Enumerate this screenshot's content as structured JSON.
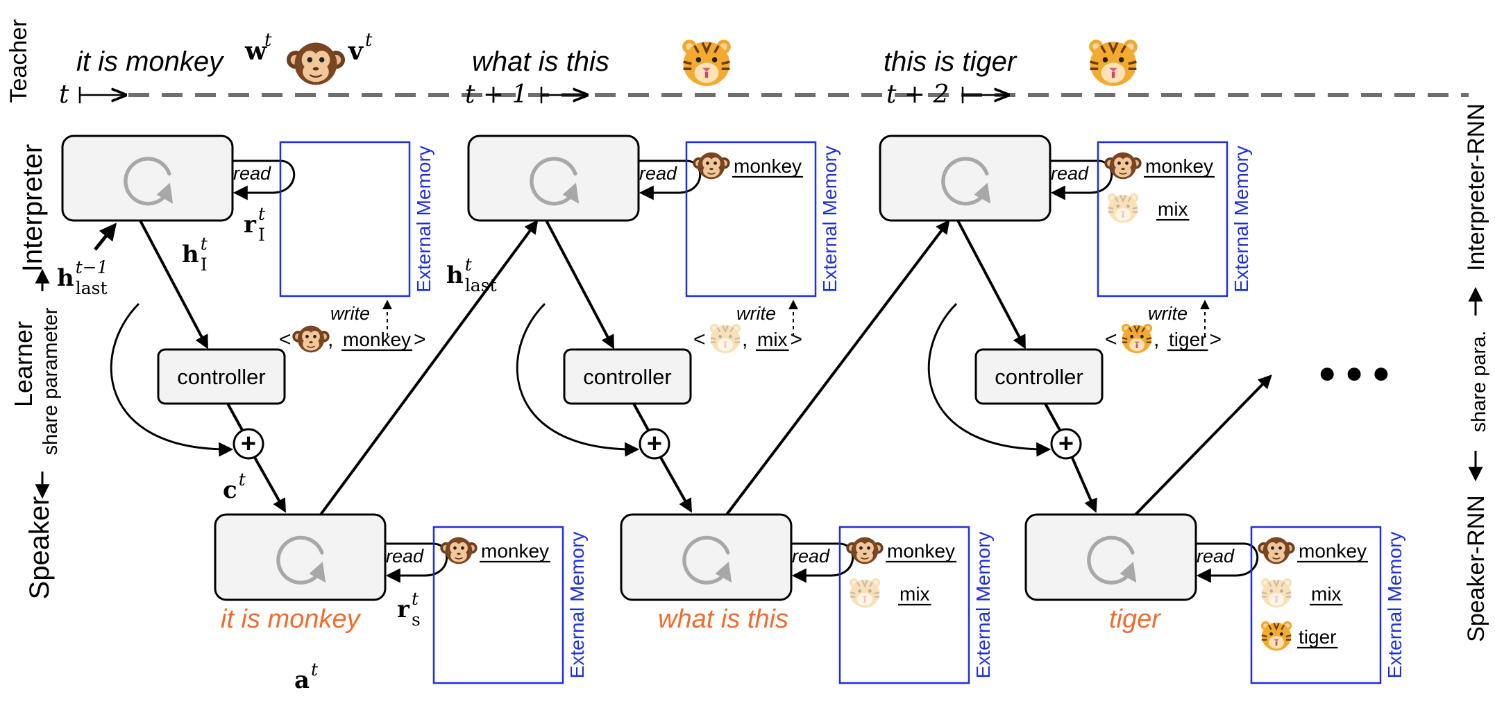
{
  "colors": {
    "memory_border": "#1f2fe0",
    "memory_label": "#1f2fe0",
    "speaker_output": "#f26b2c",
    "module_fill": "#f3f3f3",
    "dash": "#6e6e6e",
    "recur_icon": "#a8a8a8"
  },
  "icons": {
    "monkey": "monkey-face-icon",
    "tiger": "tiger-face-icon",
    "recurrence": "recurrence-loop-icon",
    "plus": "plus-circle-icon"
  },
  "side_labels": {
    "teacher": "Teacher",
    "interpreter": "Interpreter",
    "learner": "Learner",
    "speaker": "Speaker",
    "share_parameter": "share parameter",
    "interpreter_rnn": "Interpreter-RNN",
    "share_para": "share para.",
    "speaker_rnn": "Speaker-RNN"
  },
  "teacher": {
    "sentences": [
      "it is monkey",
      "what is this",
      "this is tiger"
    ],
    "word_symbol": "w",
    "visual_symbol": "v",
    "time_steps": [
      "t",
      "t + 1",
      "t + 2"
    ],
    "time_superscript": "t"
  },
  "labels": {
    "read": "read",
    "write": "write",
    "controller": "controller",
    "external_memory": "External Memory",
    "h_last": "h",
    "h_last_sub": "last",
    "h_last_sup_prev": "t−1",
    "h_last_sup": "t",
    "h_I": "h",
    "h_I_sub": "I",
    "h_I_sup": "t",
    "r_I": "r",
    "r_I_sub": "I",
    "r_I_sup": "t",
    "r_s": "r",
    "r_s_sub": "s",
    "r_s_sup": "t",
    "c": "c",
    "c_sup": "t",
    "a": "a",
    "a_sup": "t",
    "plus": "+",
    "ellipsis": "● ● ●"
  },
  "interpreter_memories": [
    [],
    [
      {
        "icon": "monkey",
        "word": "monkey"
      }
    ],
    [
      {
        "icon": "monkey",
        "word": "monkey"
      },
      {
        "icon": "tiger-faded",
        "word": "mix"
      }
    ]
  ],
  "writes": [
    {
      "icon": "monkey",
      "word": "monkey"
    },
    {
      "icon": "tiger-faded",
      "word": "mix"
    },
    {
      "icon": "tiger",
      "word": "tiger"
    }
  ],
  "speaker_memories": [
    [
      {
        "icon": "monkey",
        "word": "monkey"
      }
    ],
    [
      {
        "icon": "monkey",
        "word": "monkey"
      },
      {
        "icon": "tiger-faded",
        "word": "mix"
      }
    ],
    [
      {
        "icon": "monkey",
        "word": "monkey"
      },
      {
        "icon": "tiger-faded",
        "word": "mix"
      },
      {
        "icon": "tiger",
        "word": "tiger"
      }
    ]
  ],
  "speaker_outputs": [
    "it is monkey",
    "what is this",
    "tiger"
  ]
}
